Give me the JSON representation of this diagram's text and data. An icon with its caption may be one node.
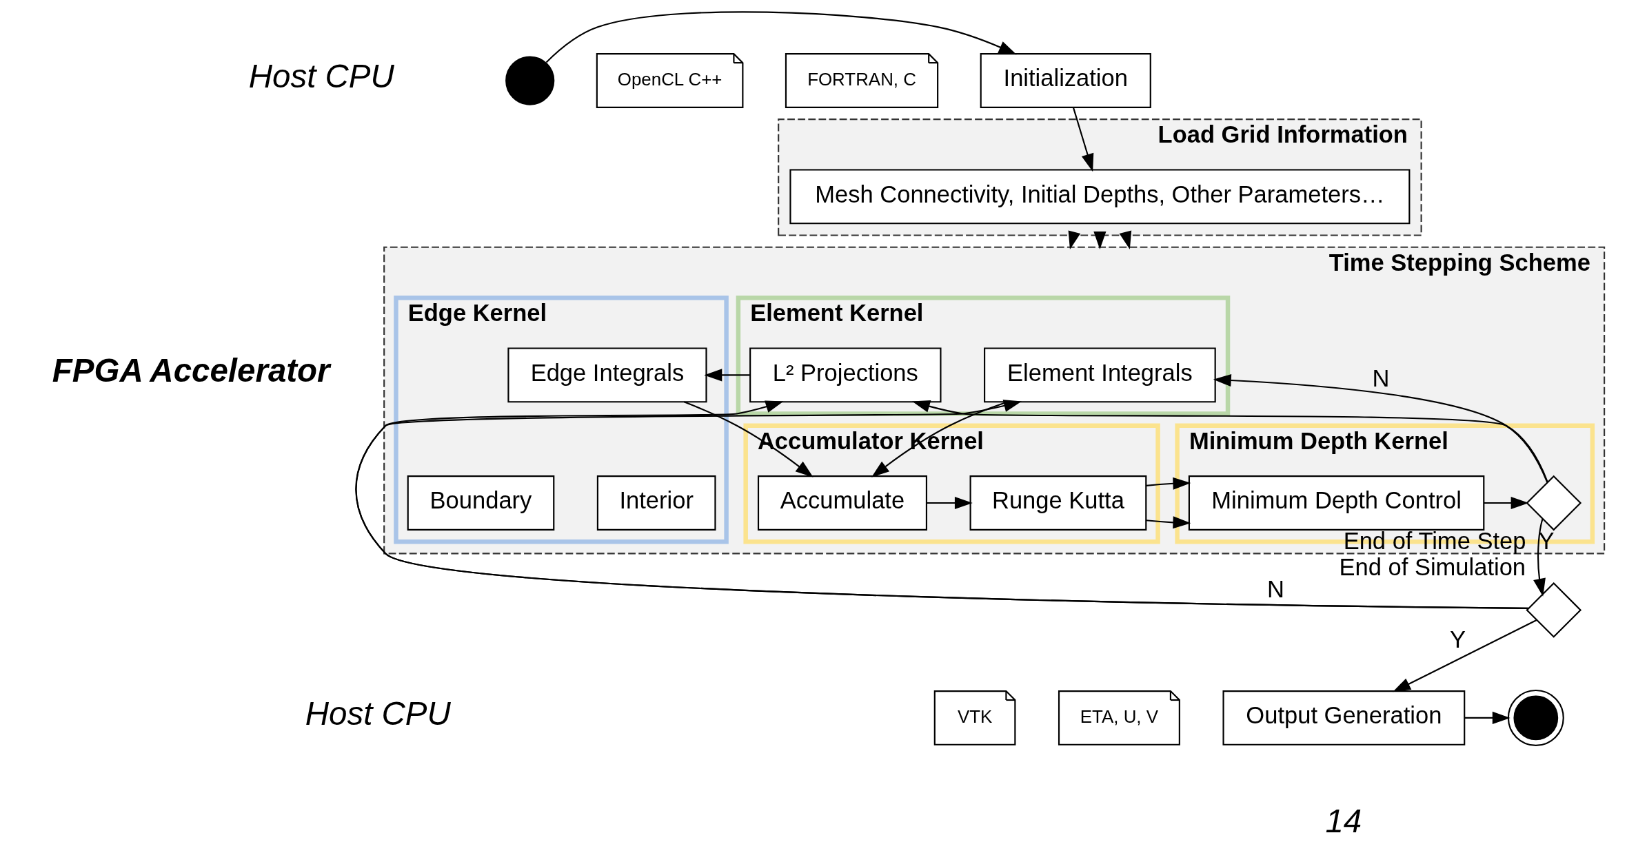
{
  "diagram": {
    "nodes": [
      {
        "text": [],
        "shape": "circle"
      },
      {
        "text": [
          "OpenCL C++"
        ]
      },
      {
        "text": [
          "FORTRAN, C"
        ]
      },
      {
        "text": [
          "Initialization"
        ]
      },
      {
        "text": [
          "Load Grid Information"
        ]
      },
      {
        "text": [
          "Mesh Connectivity, Initial Depths, Other Parameters…"
        ],
        "in": 4
      },
      {
        "text": [
          "Time Stepping Scheme"
        ]
      },
      {
        "text": [
          "Element Kernel"
        ],
        "in": 6
      },
      {
        "text": [
          "Element Integrals"
        ],
        "in": 7
      },
      {
        "text": [
          "L² Projections"
        ],
        "in": 7
      },
      {
        "text": [
          "Edge Kernel"
        ],
        "in": 6
      },
      {
        "text": [
          "Edge Integrals"
        ],
        "in": 10
      },
      {
        "text": [
          "Boundary"
        ],
        "in": 10
      },
      {
        "text": [
          "Interior"
        ],
        "in": 10
      },
      {
        "text": [
          "Accumulator Kernel"
        ],
        "in": 6
      },
      {
        "text": [
          "Accumulate"
        ],
        "in": 14
      },
      {
        "text": [
          "Runge Kutta"
        ],
        "in": 14
      },
      {
        "text": [
          "Minimum Depth Kernel"
        ],
        "in": 6
      },
      {
        "text": [
          "Minimum Depth Control"
        ],
        "in": 17
      },
      {
        "text": [],
        "shape": "diamond",
        "beside": [
          "End of Time Step"
        ],
        "in": 17
      },
      {
        "text": [],
        "shape": "diamond",
        "beside": [
          "End of Simulation"
        ]
      },
      {
        "text": [
          "VTK"
        ]
      },
      {
        "text": [
          "ETA, U, V"
        ]
      },
      {
        "text": [
          "Output Generation"
        ]
      },
      {
        "text": [],
        "shape": "circle"
      }
    ],
    "edges": [
      {
        "from": 0,
        "to": 3,
        "arrow": "to"
      },
      {
        "from": 3,
        "to": 5,
        "arrow": "to"
      },
      {
        "from": 4,
        "to": 6,
        "arrow": "to"
      },
      {
        "from": 4,
        "to": 6,
        "arrow": "to"
      },
      {
        "from": 4,
        "to": 6,
        "arrow": "to"
      },
      {
        "from": 19,
        "to": 8,
        "arrow": "to",
        "label": "N"
      },
      {
        "from": 19,
        "to": 9,
        "arrow": "to"
      },
      {
        "from": 20,
        "to": 8,
        "arrow": "to",
        "label": "N"
      },
      {
        "from": 20,
        "to": 9,
        "arrow": "to"
      },
      {
        "from": 9,
        "to": 11,
        "arrow": "to"
      },
      {
        "from": 8,
        "to": 15,
        "arrow": "to"
      },
      {
        "from": 11,
        "to": 15,
        "arrow": "to"
      },
      {
        "from": 15,
        "to": 16,
        "arrow": "to"
      },
      {
        "from": 16,
        "to": 18,
        "arrow": "to"
      },
      {
        "from": 18,
        "to": 19,
        "arrow": "to"
      },
      {
        "from": 19,
        "to": 20,
        "arrow": "to",
        "label": "Y"
      },
      {
        "from": 20,
        "to": 23,
        "arrow": "to",
        "label": "Y"
      },
      {
        "from": 23,
        "to": 24,
        "arrow": "to"
      }
    ],
    "labels": [
      "Host CPU",
      "FPGA Accelerator",
      "Host CPU",
      "14"
    ]
  }
}
